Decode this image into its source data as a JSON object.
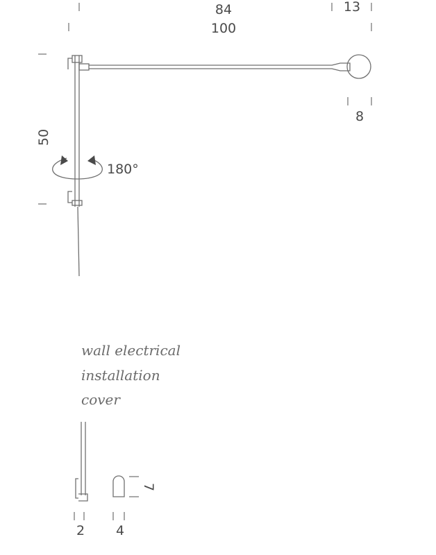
{
  "dimensions": {
    "arm_length": "84",
    "total_width": "100",
    "head_width": "13",
    "head_depth": "8",
    "height": "50",
    "rotation": "180°",
    "mount_depth": "2",
    "cover_width": "4",
    "cover_height": "7"
  },
  "note": {
    "line1": "wall electrical",
    "line2": "installation",
    "line3": "cover"
  },
  "colors": {
    "line": "#6f6f6f",
    "text": "#4a4a4a",
    "note_text": "#6a6a6a"
  }
}
